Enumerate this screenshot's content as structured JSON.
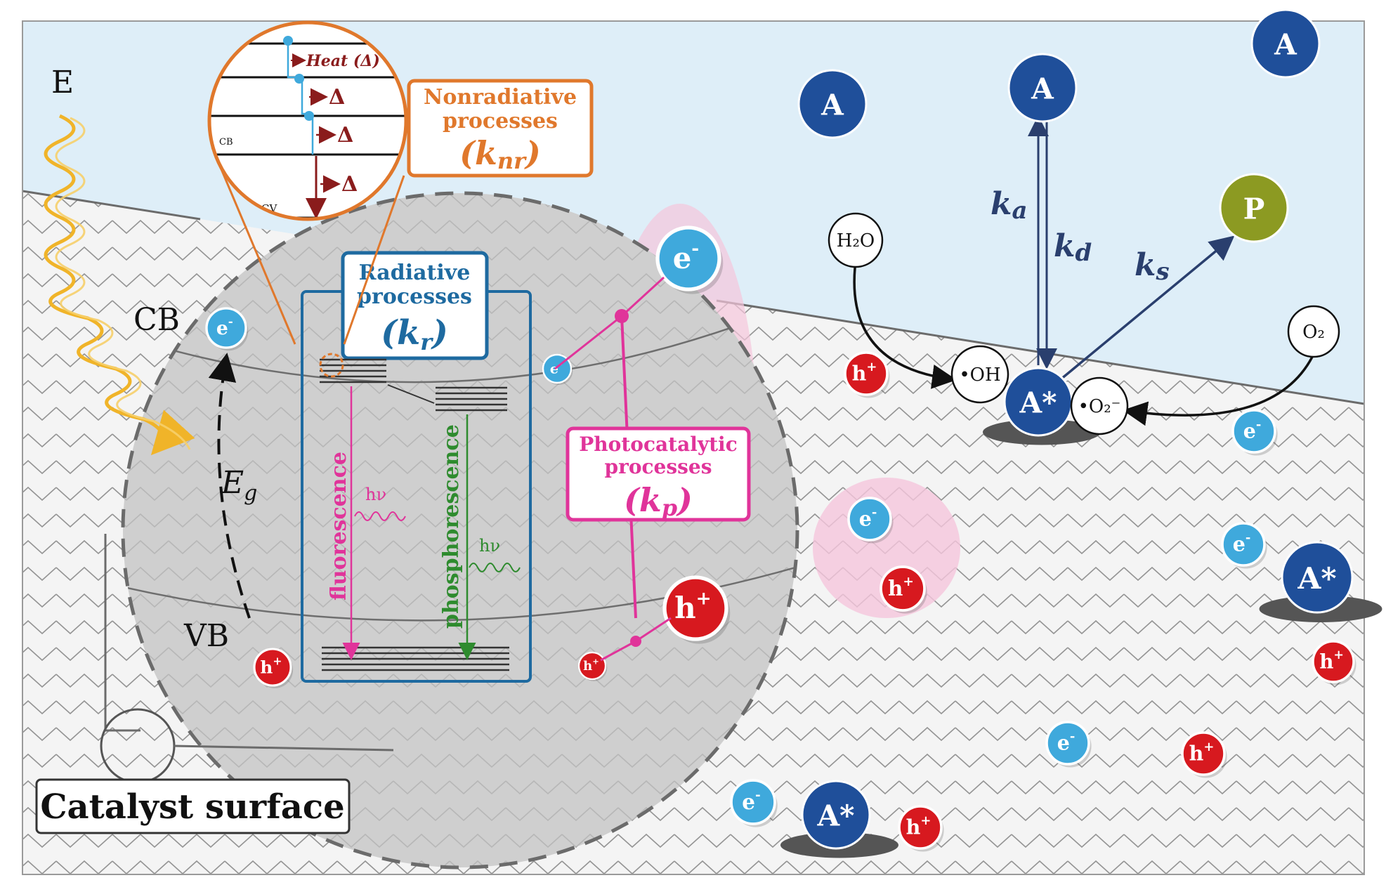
{
  "axis": {
    "energy_label": "E"
  },
  "bands": {
    "cb_label": "CB",
    "vb_label": "VB",
    "gap_label": "E",
    "gap_sub": "g"
  },
  "inset": {
    "heat_label": "Heat (Δ)",
    "delta": "Δ",
    "cb_small": "CB",
    "cv_small": "CV"
  },
  "nonradiative": {
    "line1": "Nonradiative",
    "line2": "processes",
    "k": "k",
    "k_sub": "nr"
  },
  "radiative": {
    "line1": "Radiative",
    "line2": "processes",
    "k": "k",
    "k_sub": "r"
  },
  "photocatalytic": {
    "line1": "Photocatalytic",
    "line2": "processes",
    "k": "k",
    "k_sub": "p"
  },
  "emission": {
    "fluorescence": "fluorescence",
    "phosphorescence": "phosphorescence",
    "hv": "hν"
  },
  "surface_label": "Catalyst surface",
  "species": {
    "electron": "e",
    "hole": "h",
    "minus": "-",
    "plus": "+",
    "A": "A",
    "A_star": "A*",
    "P": "P",
    "water": "H₂O",
    "hydroxyl": "•OH",
    "oxygen": "O₂",
    "superoxide": "•O₂⁻"
  },
  "rates": {
    "ka": "k",
    "ka_sub": "a",
    "kd": "k",
    "kd_sub": "d",
    "ks": "k",
    "ks_sub": "s"
  },
  "colors": {
    "sky": "#deeef8",
    "surface": "#f4f4f4",
    "zoom_circle": "#cfcfcf",
    "electron": "#3fa9dc",
    "hole": "#d7191f",
    "molecule": "#1f4f9a",
    "product": "#8c9a22",
    "orange": "#e0782c",
    "blue_box": "#1e6aa0",
    "magenta": "#e0349a",
    "green": "#2e8b2e",
    "pink_glow": "#f5c6dc",
    "wave": "#f0b429"
  }
}
